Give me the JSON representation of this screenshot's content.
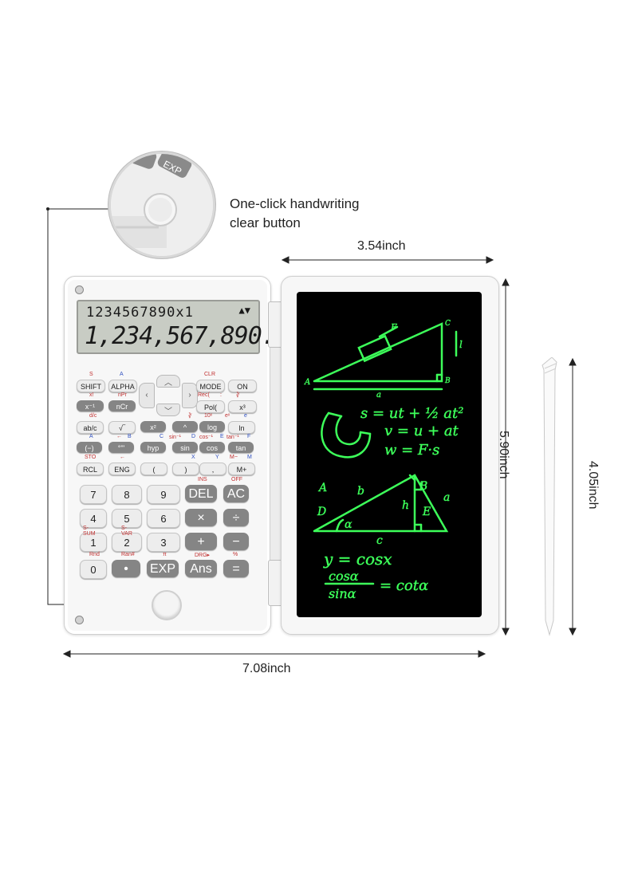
{
  "callout": {
    "line1": "One-click handwriting",
    "line2": "clear button"
  },
  "dimensions": {
    "screen_width": "3.54inch",
    "total_width": "7.08inch",
    "height": "5.90inch",
    "stylus_length": "4.05inch"
  },
  "display": {
    "top_line": "1234567890x1",
    "bottom_line": "1,234,567,890.",
    "arrows": "▲▼"
  },
  "zoom": {
    "key_label": "EXP"
  },
  "keys": {
    "row1": [
      "SHIFT",
      "ALPHA",
      "MODE",
      "ON"
    ],
    "row1_sub": [
      "S",
      "A",
      "CLR"
    ],
    "row2": [
      "x⁻¹",
      "nCr",
      "Pol(",
      "x³"
    ],
    "row2_sub": [
      "x!",
      "nPr",
      "Rec(",
      ":",
      "∛"
    ],
    "row3": [
      "ab/c",
      "√‾",
      "x²",
      "^",
      "log",
      "ln"
    ],
    "row3_sub": [
      "d/c",
      "∛",
      "10ˣ",
      "eˣ",
      "e"
    ],
    "row4": [
      "(−)",
      "°'\"",
      "hyp",
      "sin",
      "cos",
      "tan"
    ],
    "row4_sub": [
      "A",
      "←",
      "B",
      "C",
      "sin⁻¹",
      "D",
      "cos⁻¹",
      "E",
      "tan⁻¹",
      "F"
    ],
    "row5": [
      "RCL",
      "ENG",
      "(",
      ")",
      ",",
      "M+"
    ],
    "row5_sub": [
      "STO",
      "←",
      "X",
      "Y",
      "M−",
      "M"
    ],
    "digits_row1": [
      "7",
      "8",
      "9",
      "DEL",
      "AC"
    ],
    "digits_row1_sub": [
      "INS",
      "OFF"
    ],
    "digits_row2": [
      "4",
      "5",
      "6",
      "×",
      "÷"
    ],
    "digits_row3": [
      "1",
      "2",
      "3",
      "+",
      "−"
    ],
    "digits_row3_sub": [
      "S-SUM",
      "S-VAR"
    ],
    "digits_row4": [
      "0",
      "•",
      "EXP",
      "Ans",
      "="
    ],
    "digits_row4_sub": [
      "Rnd",
      "Ran#",
      "π",
      "DRG▸",
      "%"
    ]
  },
  "lcd_formulas": {
    "f1": "s = ut + ½ at²",
    "f2": "v = u + at",
    "f3": "w = F·s",
    "f4": "y = cosx",
    "f5_num": "cosα",
    "f5_den": "sinα",
    "f5_rhs": "= cotα",
    "labels_top": [
      "F",
      "C",
      "l",
      "A",
      "a",
      "B"
    ],
    "labels_tri": [
      "A",
      "b",
      "B",
      "a",
      "D",
      "h",
      "E",
      "α",
      "c"
    ]
  },
  "colors": {
    "lcd_ink": "#3dff5a",
    "key_dark": "#858585",
    "key_light": "#ededed",
    "body": "#f7f7f7",
    "accent_red": "#c03030",
    "accent_blue": "#3050c0"
  }
}
